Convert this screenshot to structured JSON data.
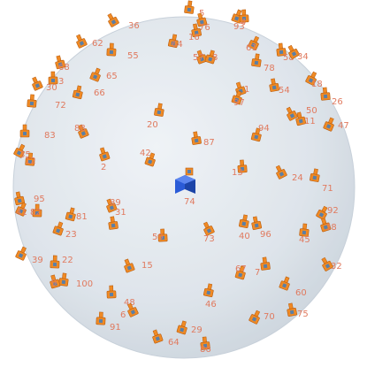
{
  "colors": {
    "sphere": "#d5dde5",
    "sphere_edge": "#c2ccd6",
    "marker": "#f08a24",
    "marker_dark": "#b65c10",
    "marker_face": "#5b7fa6",
    "label": "#e07a5f",
    "center_cube": "#2a5bd7"
  },
  "center": {
    "label": "74"
  },
  "markers": [
    {
      "label": "36"
    },
    {
      "label": "5"
    },
    {
      "label": "76"
    },
    {
      "label": "93"
    },
    {
      "label": "4"
    },
    {
      "label": "62"
    },
    {
      "label": "64"
    },
    {
      "label": "16"
    },
    {
      "label": "61"
    },
    {
      "label": "55"
    },
    {
      "label": "57"
    },
    {
      "label": "8"
    },
    {
      "label": "58"
    },
    {
      "label": "34"
    },
    {
      "label": "78"
    },
    {
      "label": "68"
    },
    {
      "label": "65"
    },
    {
      "label": "3"
    },
    {
      "label": "30"
    },
    {
      "label": "66"
    },
    {
      "label": "54"
    },
    {
      "label": "18"
    },
    {
      "label": "72"
    },
    {
      "label": "1"
    },
    {
      "label": "97"
    },
    {
      "label": "26"
    },
    {
      "label": "50"
    },
    {
      "label": "20"
    },
    {
      "label": "11"
    },
    {
      "label": "47"
    },
    {
      "label": "83"
    },
    {
      "label": "88"
    },
    {
      "label": "94"
    },
    {
      "label": "87"
    },
    {
      "label": "35"
    },
    {
      "label": "12"
    },
    {
      "label": "2"
    },
    {
      "label": "42"
    },
    {
      "label": "13"
    },
    {
      "label": "24"
    },
    {
      "label": "71"
    },
    {
      "label": "95"
    },
    {
      "label": "41"
    },
    {
      "label": "82"
    },
    {
      "label": "89"
    },
    {
      "label": "81"
    },
    {
      "label": "31"
    },
    {
      "label": "92"
    },
    {
      "label": "45"
    },
    {
      "label": "38"
    },
    {
      "label": "23"
    },
    {
      "label": "59"
    },
    {
      "label": "73"
    },
    {
      "label": "40"
    },
    {
      "label": "96"
    },
    {
      "label": "39"
    },
    {
      "label": "22"
    },
    {
      "label": "15"
    },
    {
      "label": "67"
    },
    {
      "label": "7"
    },
    {
      "label": "32"
    },
    {
      "label": "100"
    },
    {
      "label": "9"
    },
    {
      "label": "60"
    },
    {
      "label": "48"
    },
    {
      "label": "6"
    },
    {
      "label": "46"
    },
    {
      "label": "75"
    },
    {
      "label": "70"
    },
    {
      "label": "91"
    },
    {
      "label": "64"
    },
    {
      "label": "29"
    },
    {
      "label": "86"
    }
  ]
}
